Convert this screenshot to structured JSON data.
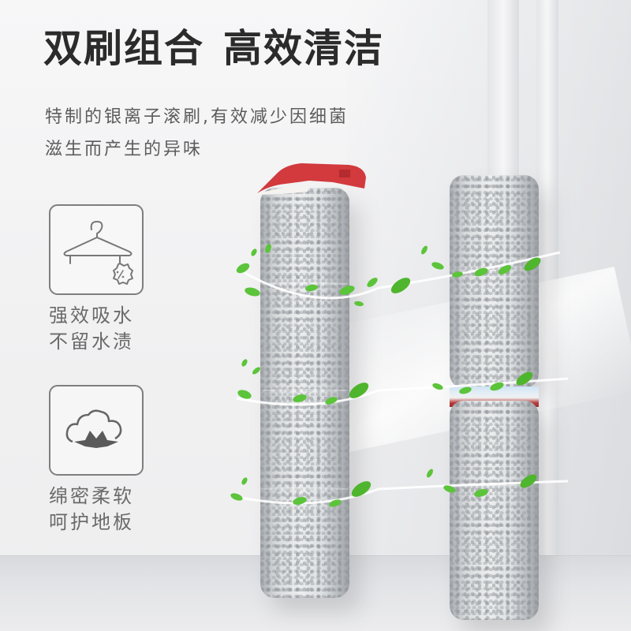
{
  "headline": {
    "part1": "双刷组合",
    "part2": "高效清洁"
  },
  "subtext": {
    "line1": "特制的银离子滚刷,有效减少因细菌",
    "line2": "滋生而产生的异味"
  },
  "features": [
    {
      "icon": "hanger-icon",
      "line1": "强效吸水",
      "line2": "不留水渍"
    },
    {
      "icon": "cotton-icon",
      "line1": "绵密柔软",
      "line2": "呵护地板"
    }
  ],
  "colors": {
    "headline": "#2b2b2b",
    "subtext": "#5c5c5c",
    "feature_text": "#6a6a6a",
    "icon_stroke": "#7e7e7e",
    "cap_red": "#d8383c",
    "leaf_green": "#5cc43a",
    "background": "#f2f2f3"
  },
  "product": {
    "left_roller": "single roller brush with red end cap",
    "right_roller": "split double roller brush"
  }
}
